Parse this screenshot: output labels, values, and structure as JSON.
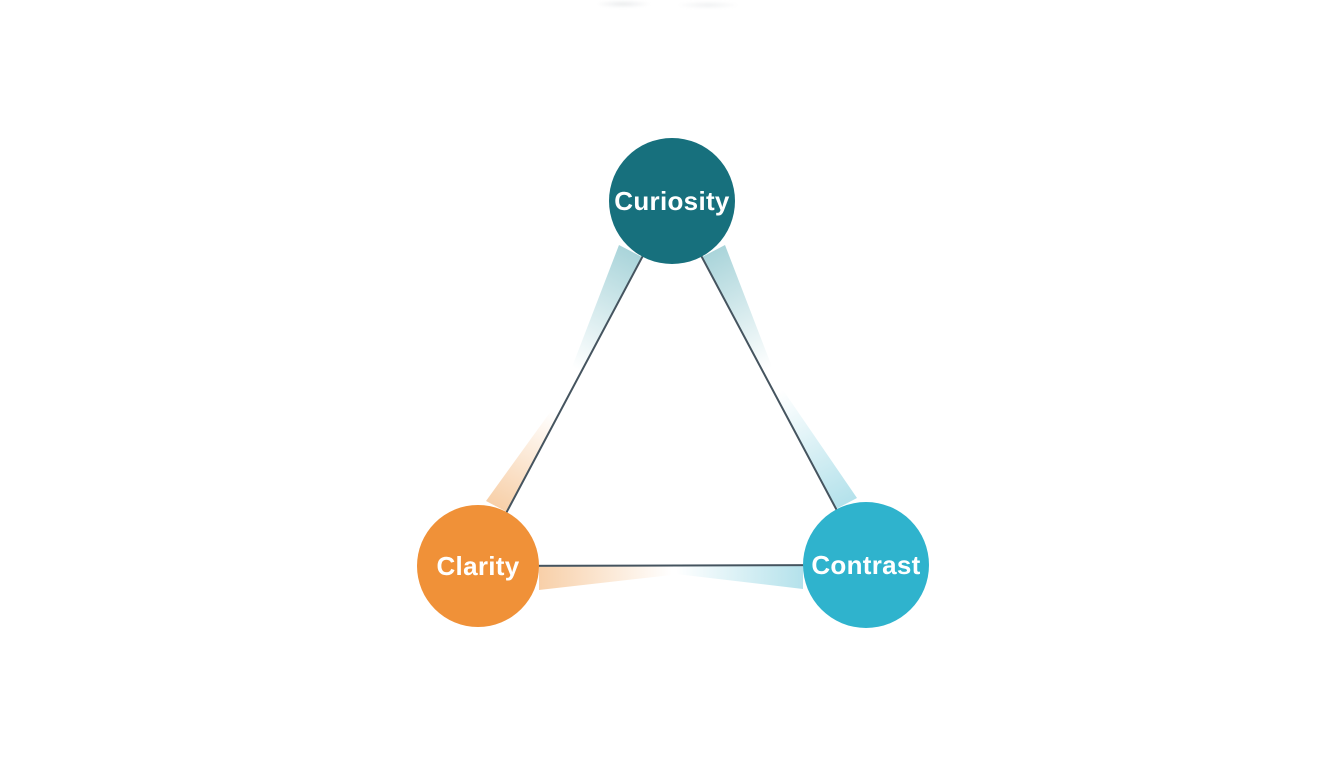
{
  "diagram": {
    "background": "#ffffff",
    "edge_color": "#45545f",
    "label_color": "#ffffff",
    "nodes": [
      {
        "id": "curiosity",
        "label": "Curiosity",
        "color": "#17707d",
        "tint": "#a5d2d8"
      },
      {
        "id": "clarity",
        "label": "Clarity",
        "color": "#f09138",
        "tint": "#f7cda4"
      },
      {
        "id": "contrast",
        "label": "Contrast",
        "color": "#2fb3cd",
        "tint": "#b0e0ea"
      }
    ],
    "edges": [
      {
        "from": "Curiosity",
        "to": "Clarity"
      },
      {
        "from": "Curiosity",
        "to": "Contrast"
      },
      {
        "from": "Clarity",
        "to": "Contrast"
      }
    ]
  }
}
